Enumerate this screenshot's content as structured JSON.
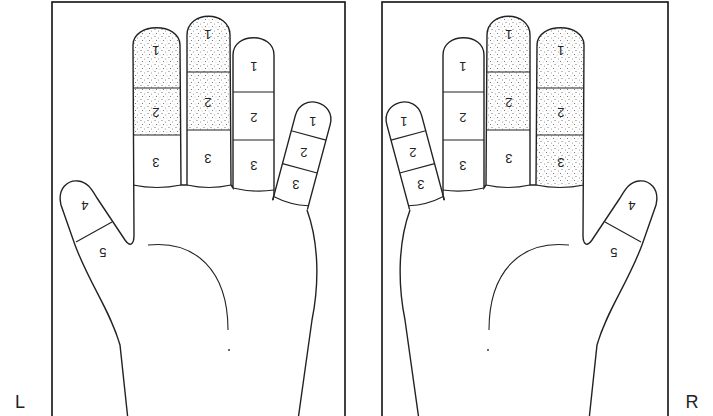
{
  "diagram": {
    "labels": [
      "L",
      "4",
      "5",
      "1",
      "2",
      "3",
      "1",
      "2",
      "3",
      "1",
      "2",
      "3",
      "1",
      "2",
      "3",
      "1",
      "2",
      "3",
      "1",
      "2",
      "3",
      "1",
      "2",
      "3",
      "1",
      "2",
      "3",
      "4",
      "5",
      "R"
    ]
  }
}
